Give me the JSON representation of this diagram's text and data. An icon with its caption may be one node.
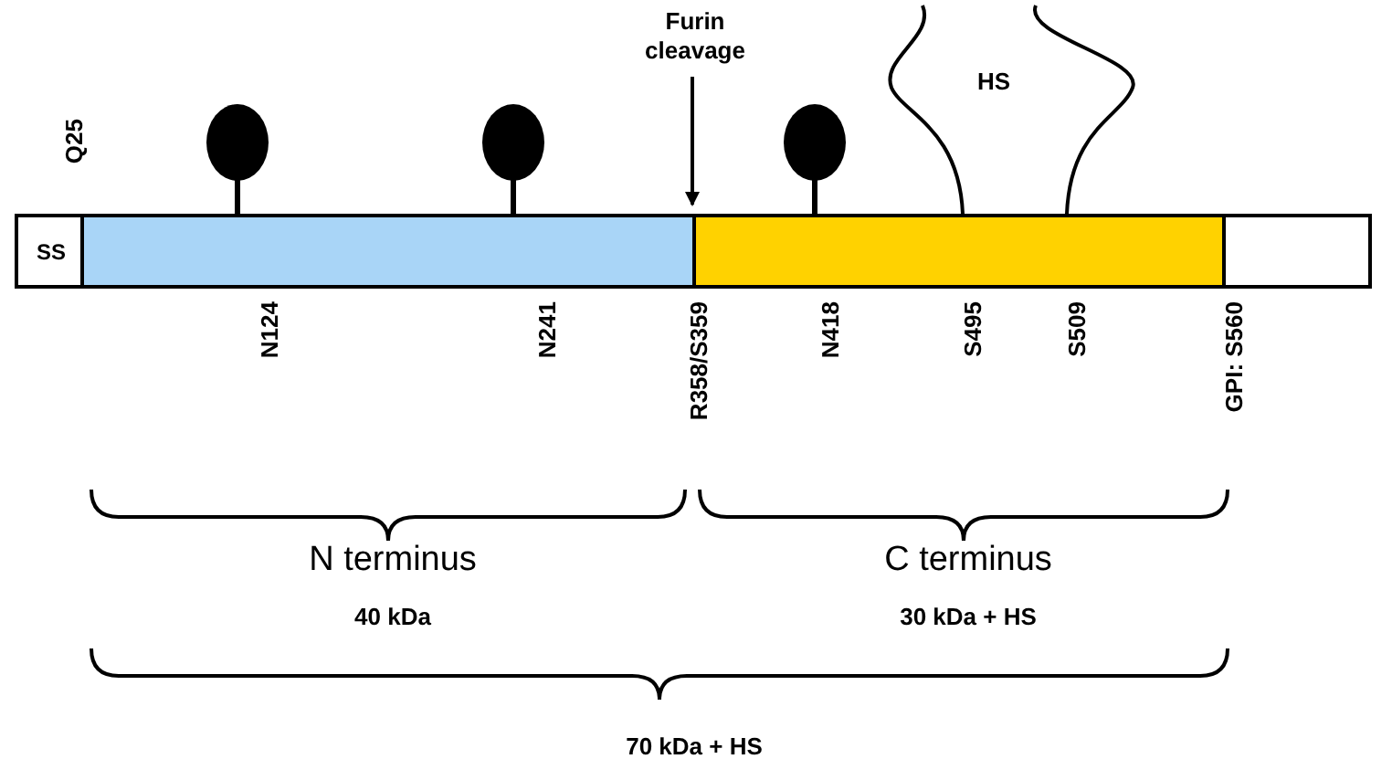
{
  "diagram": {
    "nodes": [
      {
        "text": [
          "SS"
        ]
      },
      {
        "text": [],
        "shape": "box"
      },
      {
        "text": [],
        "shape": "box"
      },
      {
        "text": [],
        "shape": "box"
      },
      {
        "text": [
          "HS"
        ]
      },
      {
        "text": [
          "Furin cleavage"
        ]
      }
    ],
    "edges": [
      {
        "from": 5,
        "to": 2,
        "arrow": "to"
      }
    ],
    "labels": [
      "Q25",
      "N124",
      "N241",
      "R358/S359",
      "N418",
      "S495",
      "S509",
      "GPI: S560",
      "N terminus",
      "40 kDa",
      "C terminus",
      "30 kDa + HS",
      "70 kDa + HS"
    ]
  }
}
